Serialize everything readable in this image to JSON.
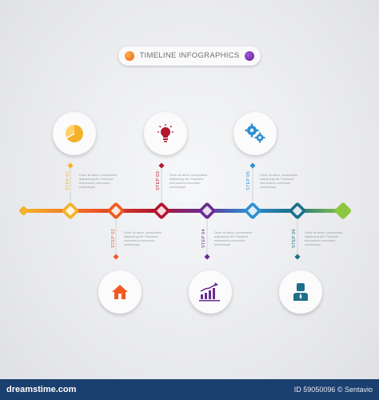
{
  "title": "TIMELINE INFOGRAPHICS",
  "steps": [
    {
      "label": "STEP 01",
      "desc": "Dolor sit amet, consectetur adipiscing elit. Praesent elementum commodo scelerisque",
      "color": "#f3b229",
      "icon": "pie-chart-icon"
    },
    {
      "label": "STEP 02",
      "desc": "Dolor sit amet, consectetur adipiscing elit. Praesent elementum commodo scelerisque",
      "color": "#ef5a24",
      "icon": "house-icon"
    },
    {
      "label": "STEP 03",
      "desc": "Dolor sit amet, consectetur adipiscing elit. Praesent elementum commodo scelerisque",
      "color": "#b3162e",
      "icon": "lightbulb-icon"
    },
    {
      "label": "STEP 04",
      "desc": "Dolor sit amet, consectetur adipiscing elit. Praesent elementum commodo scelerisque",
      "color": "#6a2c8f",
      "icon": "growth-chart-icon"
    },
    {
      "label": "STEP 05",
      "desc": "Dolor sit amet, consectetur adipiscing elit. Praesent elementum commodo scelerisque",
      "color": "#2f8fd4",
      "icon": "gears-icon"
    },
    {
      "label": "STEP 06",
      "desc": "Dolor sit amet, consectetur adipiscing elit. Praesent elementum commodo scelerisque",
      "color": "#1d6f8a",
      "icon": "person-icon"
    }
  ],
  "end_color": "#8dc63f",
  "footer": {
    "brand": "dreamstime.com",
    "id": "ID 59050096 © Sentavio"
  }
}
